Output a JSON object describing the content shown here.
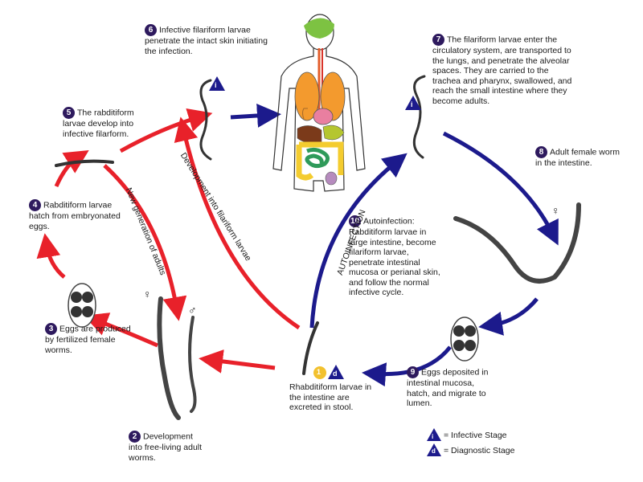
{
  "steps": {
    "s1": {
      "num": "1",
      "text": "Rhabditiform larvae in the intestine are excreted in stool."
    },
    "s2": {
      "num": "2",
      "text": "Development into free-living adult worms."
    },
    "s3": {
      "num": "3",
      "text": "Eggs are produced by fertilized female worms."
    },
    "s4": {
      "num": "4",
      "text": "Rabditiform larvae hatch from embryonated eggs."
    },
    "s5": {
      "num": "5",
      "text": "The rabditiform larvae develop into infective filarform."
    },
    "s6": {
      "num": "6",
      "text": "Infective filariform larvae penetrate the intact skin initiating the infection."
    },
    "s7": {
      "num": "7",
      "text": "The filariform larvae enter the circulatory system, are transported to the lungs, and penetrate the alveolar spaces. They are carried to the trachea and pharynx, swallowed, and reach the small intestine where they become adults."
    },
    "s8": {
      "num": "8",
      "text": "Adult female worm in the intestine."
    },
    "s9": {
      "num": "9",
      "text": "Eggs deposited in intestinal mucosa, hatch, and migrate to lumen."
    },
    "s10": {
      "num": "10",
      "text": "Autoinfection: Rabditiform larvae in large intestine, become filariform larvae, penetrate intestinal mucosa or perianal skin, and follow the normal infective cycle."
    }
  },
  "arrow_labels": {
    "new_generation": "New generation of adults",
    "development_filariform": "Development into filariform larvae",
    "autoinfection": "AUTOINFECTION"
  },
  "legend": {
    "infective_symbol": "i",
    "infective_label": "= Infective Stage",
    "diagnostic_symbol": "d",
    "diagnostic_label": "= Diagnostic Stage"
  },
  "sex_symbols": {
    "female": "♀",
    "male": "♂"
  },
  "colors": {
    "red_arrow": "#e8212a",
    "blue_arrow": "#1c1a8c",
    "badge": "#2e1a5e",
    "yellow_badge": "#f2c12e"
  }
}
